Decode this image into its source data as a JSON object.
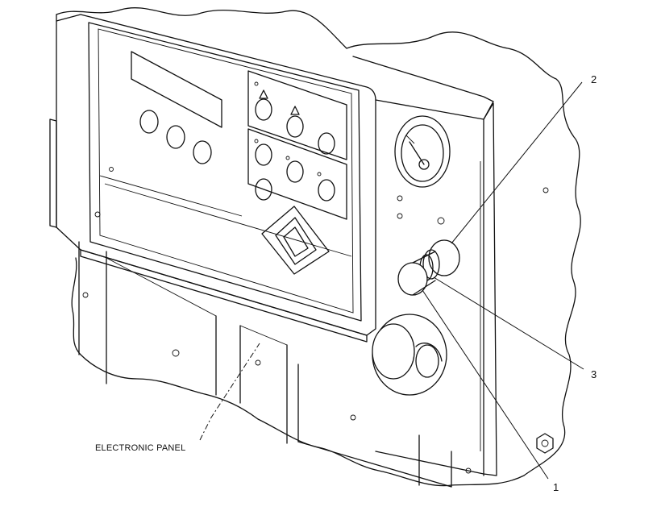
{
  "callouts": {
    "label_1": "1",
    "label_2": "2",
    "label_3": "3"
  },
  "annotation": {
    "panel_label": "ELECTRONIC PANEL"
  },
  "colors": {
    "line": "#111111",
    "background": "#ffffff"
  }
}
